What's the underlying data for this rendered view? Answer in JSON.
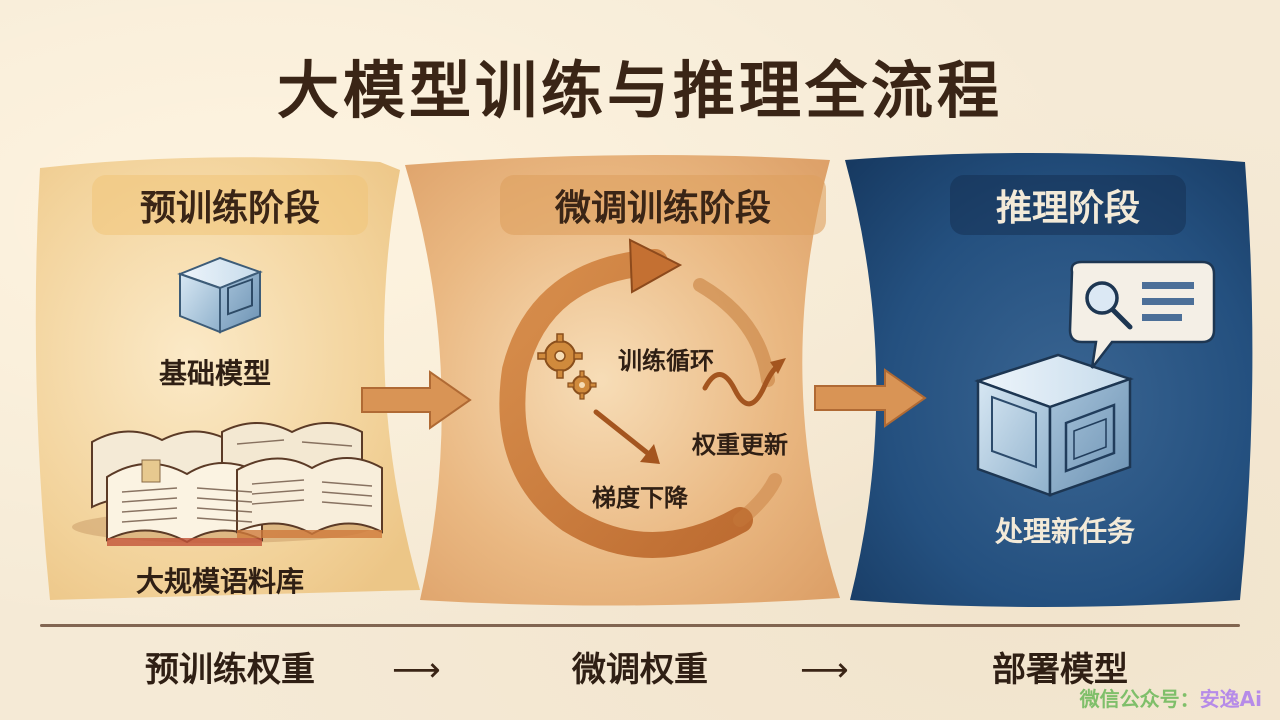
{
  "title": "大模型训练与推理全流程",
  "stages": {
    "pretrain": {
      "label": "预训练阶段",
      "model_caption": "基础模型",
      "corpus_caption": "大规模语料库"
    },
    "finetune": {
      "label": "微调训练阶段",
      "loop_caption": "训练循环",
      "weight_caption": "权重更新",
      "gradient_caption": "梯度下降"
    },
    "inference": {
      "label": "推理阶段",
      "task_caption": "处理新任务"
    }
  },
  "bottom_flow": {
    "items": [
      "预训练权重",
      "微调权重",
      "部署模型"
    ],
    "arrow": "⟶"
  },
  "watermark": {
    "prefix": "微信公众号：",
    "name": "安逸Ai"
  },
  "colors": {
    "pretrain_bg": "#f3d49c",
    "finetune_bg": "#e7b27a",
    "inference_bg": "#1f4a7a",
    "arrow": "#d99455",
    "text_dark": "#2f1f14"
  },
  "icons": [
    "cube-icon",
    "books-icon",
    "cycle-arrow-icon",
    "gear-icon",
    "wave-arrow-icon",
    "magnifier-icon",
    "speech-bubble-icon"
  ]
}
